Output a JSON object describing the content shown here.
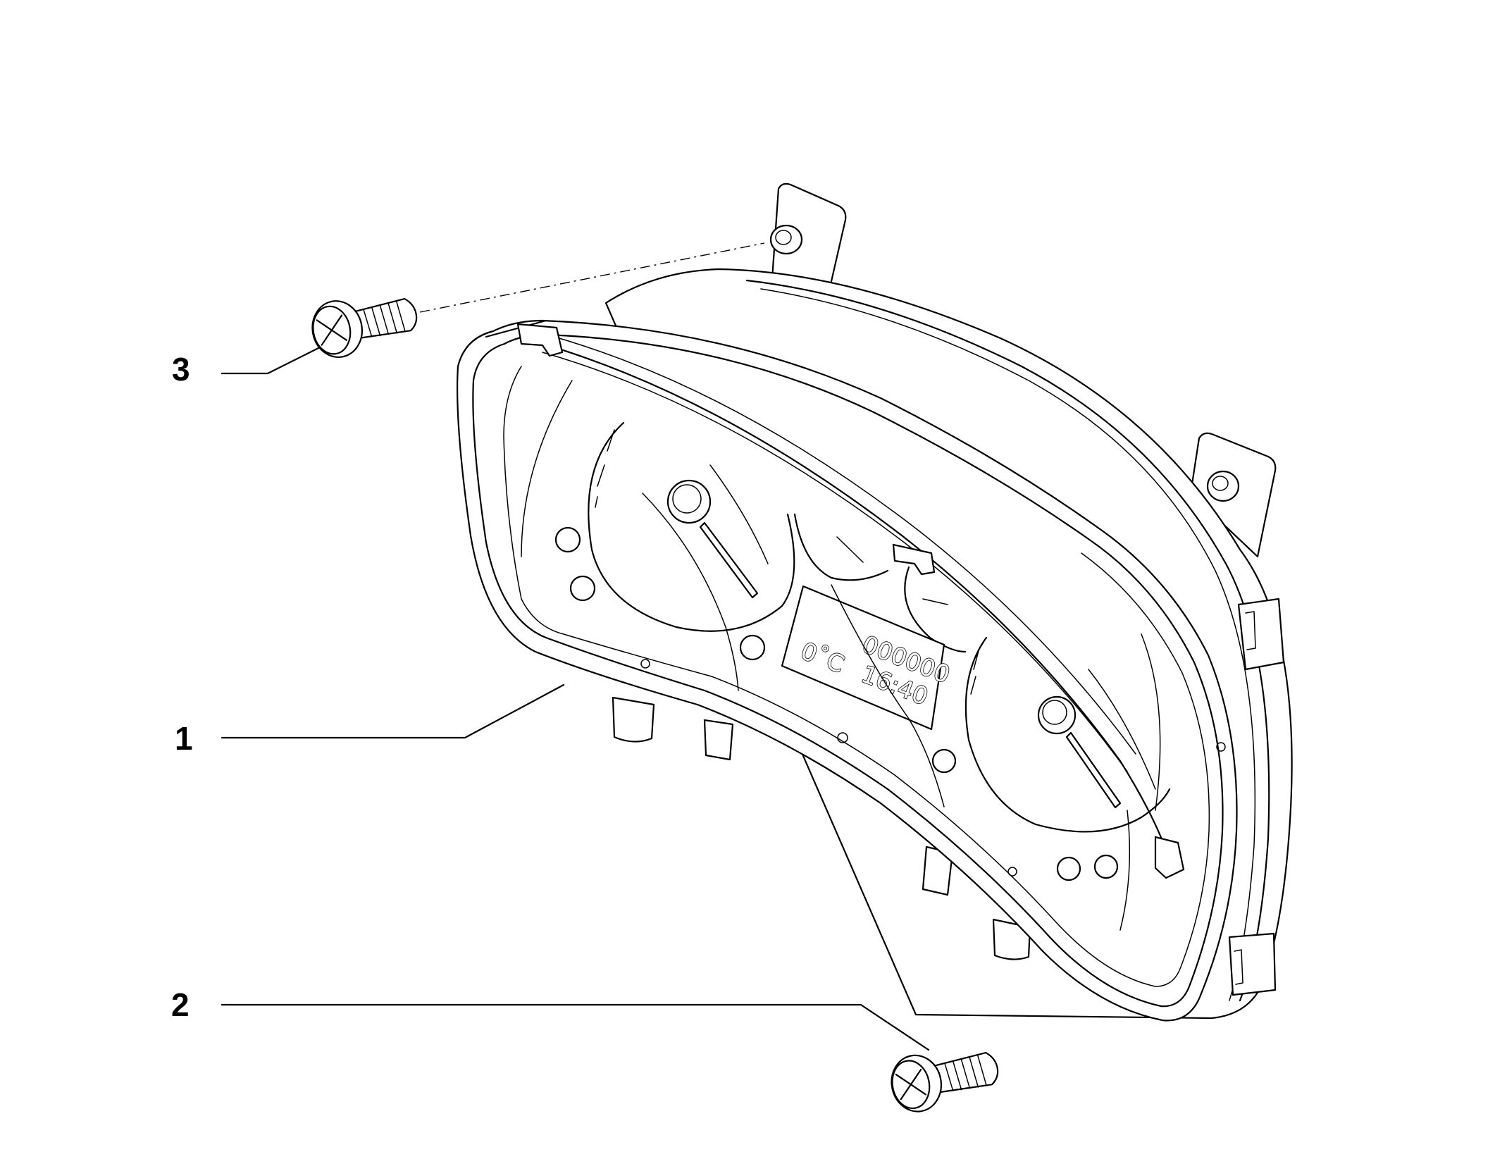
{
  "callouts": [
    {
      "id": "1",
      "label": "1"
    },
    {
      "id": "2",
      "label": "2"
    },
    {
      "id": "3",
      "label": "3"
    }
  ],
  "display": {
    "odometer": "000000",
    "temperature": "0˚C",
    "clock": "16:40"
  }
}
